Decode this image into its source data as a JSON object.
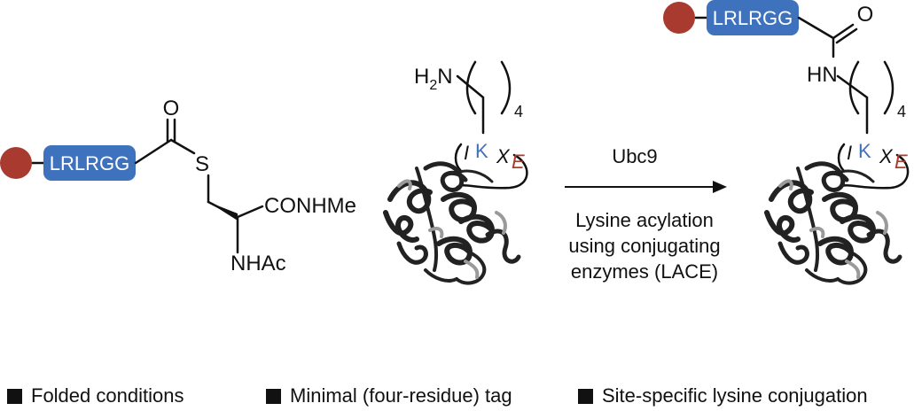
{
  "substrate": {
    "tag_label": "LRLRGG",
    "carbonyl_o": "O",
    "sulfur": "S",
    "amide": "CONHMe",
    "nhac": "NHAc"
  },
  "protein_left": {
    "amine_h": "H",
    "amine_sub": "2",
    "amine_n": "N",
    "repeat": "4",
    "motif_i": "I",
    "motif_k": "K",
    "motif_x": "X",
    "motif_e": "E"
  },
  "reaction": {
    "enzyme": "Ubc9",
    "desc_line1": "Lysine acylation",
    "desc_line2": "using conjugating",
    "desc_line3": "enzymes (LACE)"
  },
  "product": {
    "tag_label": "LRLRGG",
    "carbonyl_o": "O",
    "hn": "HN",
    "repeat": "4",
    "motif_i": "I",
    "motif_k": "K",
    "motif_x": "X",
    "motif_e": "E"
  },
  "features": [
    {
      "label": "Folded conditions"
    },
    {
      "label": "Minimal (four-residue) tag"
    },
    {
      "label": "Site-specific lysine conjugation"
    }
  ],
  "colors": {
    "cargo_ball": "#a83a30",
    "tag_fill": "#3f72bd",
    "lysine_blue": "#3f72bd",
    "glutamate_red": "#b0392d",
    "ink": "#111111"
  }
}
